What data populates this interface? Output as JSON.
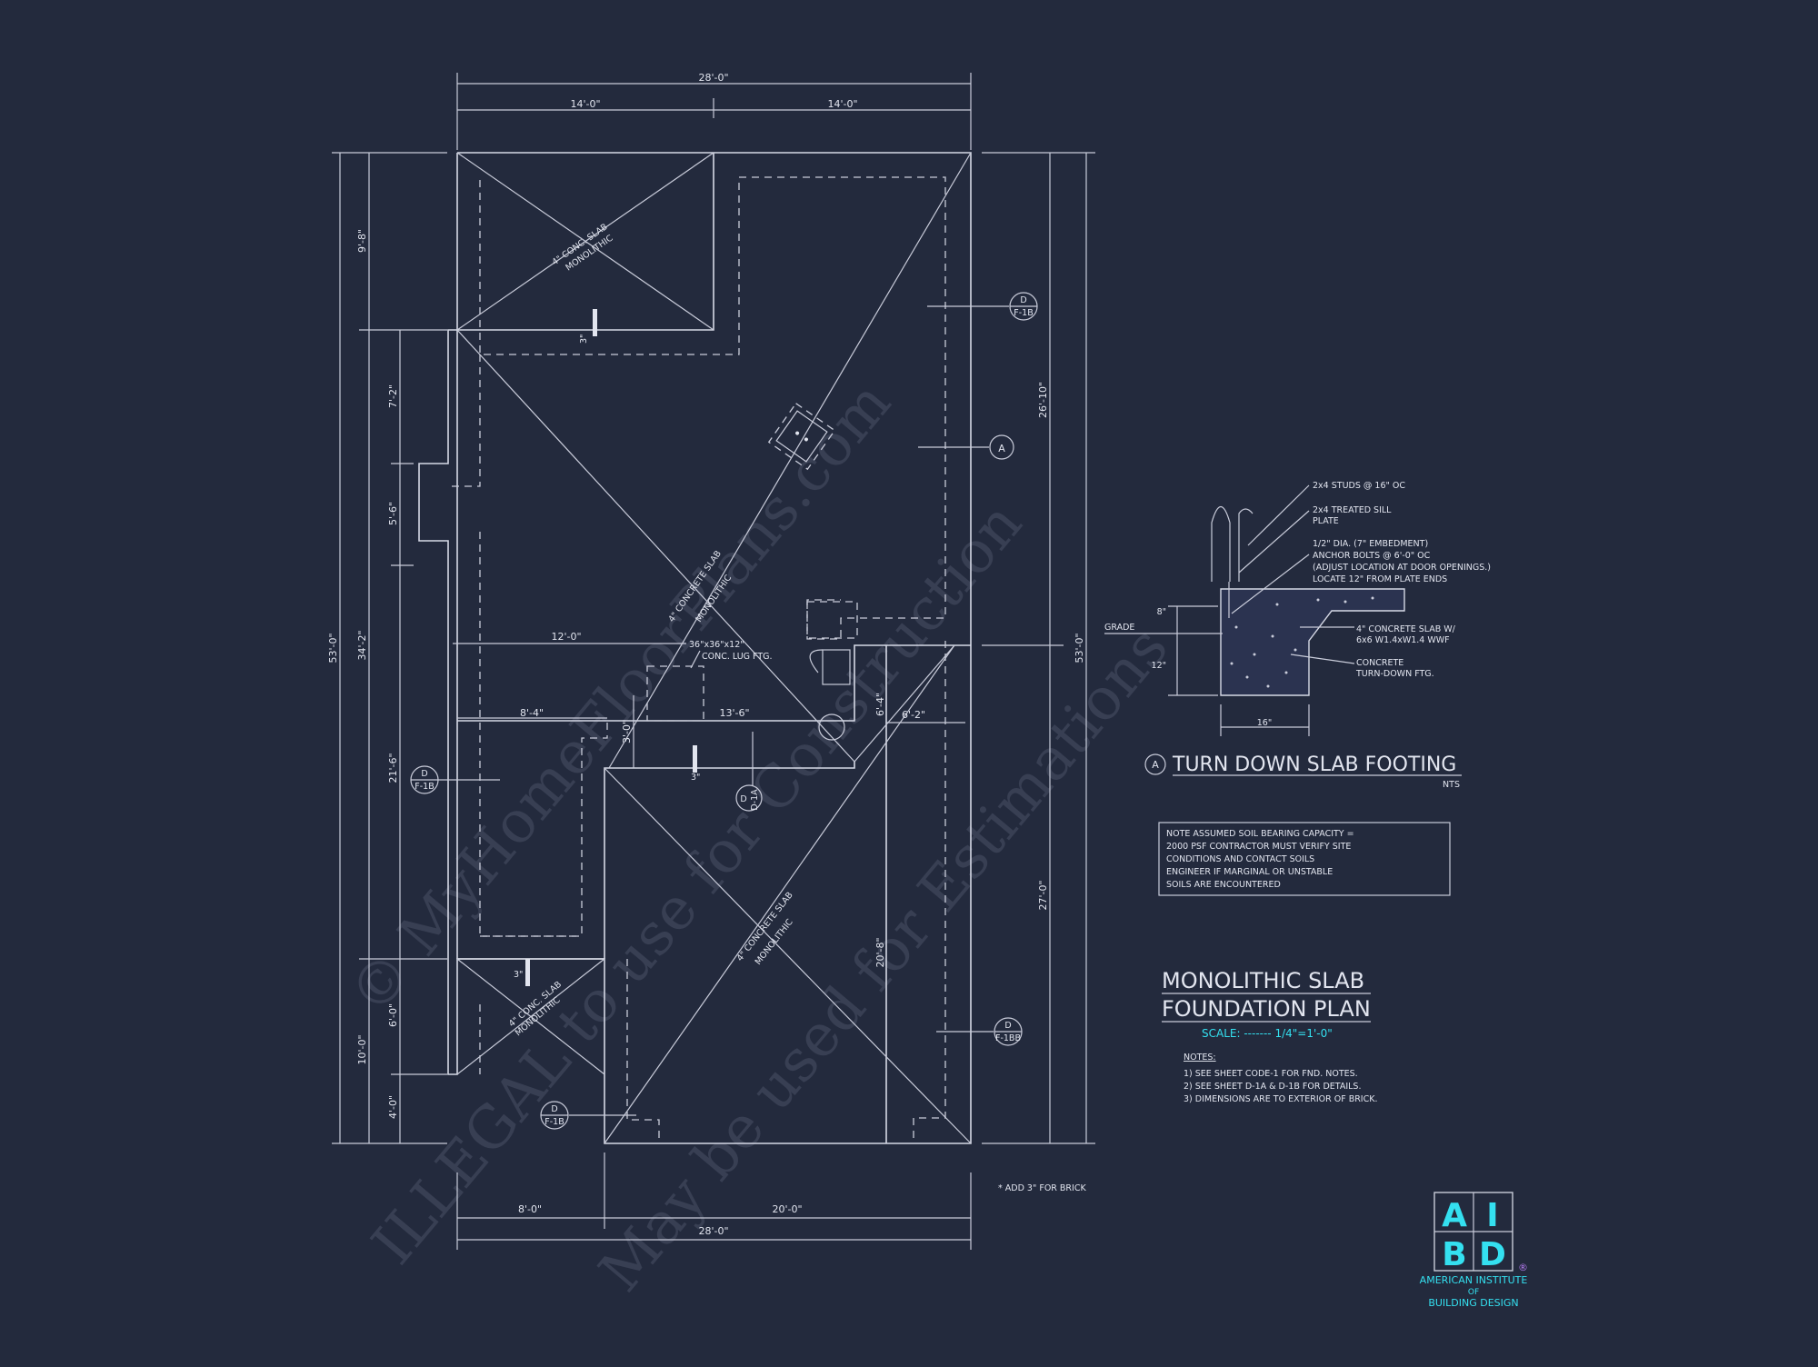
{
  "dimensions": {
    "top_overall": "28'-0\"",
    "top_left": "14'-0\"",
    "top_right": "14'-0\"",
    "bottom_overall": "28'-0\"",
    "bottom_left": "8'-0\"",
    "bottom_right": "20'-0\"",
    "left_overall": "53'-0\"",
    "left_34": "34'-2\"",
    "left_98": "9'-8\"",
    "left_72": "7'-2\"",
    "left_56": "5'-6\"",
    "left_216": "21'-6\"",
    "left_100": "10'-0\"",
    "left_60": "6'-0\"",
    "left_40": "4'-0\"",
    "right_overall": "53'-0\"",
    "right_2610": "26'-10\"",
    "right_270": "27'-0\"",
    "inner_12": "12'-0\"",
    "inner_84": "8'-4\"",
    "inner_136": "13'-6\"",
    "inner_30": "3'-0\"",
    "inner_64": "6'-4\"",
    "inner_62": "6'-2\"",
    "inner_208": "20'-8\""
  },
  "plan_labels": {
    "slab_top_1": "4\" CONC. SLAB",
    "slab_top_2": "MONOLITHIC",
    "slab_mid_1": "4\" CONCRETE SLAB",
    "slab_mid_2": "MONOLITHIC",
    "slab_low_1": "4\" CONCRETE SLAB",
    "slab_low_2": "MONOLITHIC",
    "slab_small_1": "4\" CONC. SLAB",
    "slab_small_2": "MONOLITHIC",
    "step_3": "3\"",
    "lug_1": "36\"x36\"x12\"",
    "lug_2": "CONC. LUG FTG.",
    "add_brick": "* ADD 3\" FOR BRICK",
    "section_a": "A"
  },
  "callouts": {
    "d_letter": "D",
    "f1b": "F-1B",
    "f1bb": "F-1BB",
    "d1a": "D-1A"
  },
  "detail": {
    "studs": "2x4 STUDS @ 16\" OC",
    "sill_1": "2x4 TREATED SILL",
    "sill_2": "PLATE",
    "anchor_1": "1/2\" DIA. (7\" EMBEDMENT)",
    "anchor_2": "ANCHOR BOLTS @ 6'-0\" OC",
    "anchor_3": "(ADJUST LOCATION AT DOOR OPENINGS.)",
    "anchor_4": "LOCATE 12\" FROM PLATE ENDS",
    "grade": "GRADE",
    "dim_8": "8\"",
    "dim_12": "12\"",
    "dim_16": "16\"",
    "slab_1": "4\" CONCRETE SLAB W/",
    "slab_2": "6x6 W1.4xW1.4 WWF",
    "turn_1": "CONCRETE",
    "turn_2": "TURN-DOWN FTG.",
    "title_letter": "A",
    "title": "TURN DOWN SLAB FOOTING",
    "nts": "NTS"
  },
  "note_box": [
    "NOTE ASSUMED SOIL BEARING CAPACITY =",
    "2000 PSF CONTRACTOR MUST VERIFY SITE",
    "CONDITIONS AND CONTACT SOILS",
    "ENGINEER IF MARGINAL OR UNSTABLE",
    "SOILS ARE ENCOUNTERED"
  ],
  "plan_title": {
    "line1": "MONOLITHIC SLAB",
    "line2": "FOUNDATION PLAN",
    "scale": "SCALE: ------- 1/4\"=1'-0\""
  },
  "notes": {
    "heading": "NOTES:",
    "items": [
      "1) SEE SHEET CODE-1 FOR FND. NOTES.",
      "2) SEE SHEET D-1A & D-1B FOR DETAILS.",
      "3) DIMENSIONS ARE TO EXTERIOR OF BRICK."
    ]
  },
  "watermark": {
    "line1": "© MyHomeFloorPlans.com",
    "line2": "ILLEGAL to use for Construction",
    "line3": "May be used for Estimations"
  },
  "logo": {
    "a": "A",
    "i": "I",
    "b": "B",
    "d": "D",
    "registered": "®",
    "name1": "AMERICAN INSTITUTE",
    "name2": "OF",
    "name3": "BUILDING DESIGN"
  },
  "colors": {
    "background": "#232a3d",
    "linework": "#d6d9e6",
    "accent": "#34e0f0"
  }
}
